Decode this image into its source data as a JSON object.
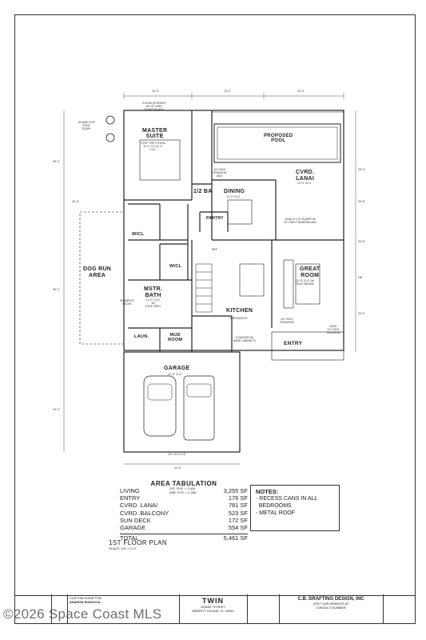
{
  "rooms": {
    "master_suite": {
      "name": "MASTER\nSUITE",
      "note": "STEP TREY FROM\n11'-0\" TO 12'-0\"\nCLG."
    },
    "proposed_pool": {
      "name": "PROPOSED\nPOOL"
    },
    "cvrd_lanai": {
      "name": "CVRD.\nLANAI",
      "note": "12'-0\" CLG."
    },
    "half_bath": {
      "name": "1/2 BA"
    },
    "dining": {
      "name": "DINING",
      "note": "12'-0\" CLG."
    },
    "pantry": {
      "name": "PANTRY"
    },
    "wicl1": {
      "name": "WICL"
    },
    "wicl2": {
      "name": "WICL"
    },
    "dog_run": {
      "name": "DOG RUN\nAREA"
    },
    "mstr_bath": {
      "name": "MSTR.\nBATH",
      "note": "12'-0\" CLG.\nW/\nSTEP TREY"
    },
    "great_room": {
      "name": "GREAT\nROOM",
      "note": "12'-0\" CLG. W/\nFAUX BEAMS"
    },
    "kitchen": {
      "name": "KITCHEN"
    },
    "laun": {
      "name": "LAUN."
    },
    "mud_room": {
      "name": "MUD\nROOM"
    },
    "entry": {
      "name": "ENTRY"
    },
    "garage": {
      "name": "GARAGE",
      "note": "12'-0\" CLG."
    }
  },
  "plan_notes": {
    "egress": "3-SH26 (EGRESS)\nW/ 24\" HIGH\nTRANSOM ABV.",
    "pool_equip": "60 AMP FOR\nPOOL\nEQUIP.",
    "slider1": "9' X 8' SLIDER W/ 24\"\nHIGH TRANSOM ABV.",
    "slider2": "9' X 8' SLIDER W/ 24\"\nHIGH TRANSOM ABV.",
    "transom": "24\" HIGH\nTRANSOM\nABV.",
    "dual_slider": "DUAL 9' X 8' SLIDER W/\n24\" HIGH TRANSOM ABV.",
    "shampoo": "SHAMPOO\nNICHE",
    "pool_equip2": "POOL\nEQUIP.",
    "garage_door": "16' X 8' O.H.D.",
    "counter": "COUNTER W/\nBASE CABINETS",
    "transom2": "24\" HIGH\nTRANSOM",
    "sh33": "SH33\n24\" HIGH\nTRANSOM",
    "hb": "HB",
    "refr": "REF.",
    "oven": "OVEN/MICRO"
  },
  "dimensions": {
    "top": [
      "15'-4\"",
      "15'-0\"",
      "19'-4\""
    ],
    "bottom_garage": "22'-4\"",
    "left": [
      "25'-4\"",
      "36'-0\"",
      "40'-6\"",
      "24'-4\""
    ],
    "right": [
      "25'-4\"",
      "26'-8\"",
      "20'-6\"",
      "25'-0\""
    ]
  },
  "area_tabulation": {
    "title": "AREA TABULATION",
    "rows": [
      {
        "name": "Living",
        "detail": "1ST. FLR. = 1,919\n2ND. FLR. = 1,336",
        "value": "3,255 SF"
      },
      {
        "name": "Entry",
        "detail": "",
        "value": "176 SF"
      },
      {
        "name": "Cvrd. Lanai",
        "detail": "",
        "value": "781 SF"
      },
      {
        "name": "Cvrd. Balcony",
        "detail": "",
        "value": "523 SF"
      },
      {
        "name": "Sun Deck",
        "detail": "",
        "value": "172 SF"
      },
      {
        "name": "Garage",
        "detail": "",
        "value": "554 SF"
      }
    ],
    "total_label": "TOTAL",
    "total_value": "5,461 SF"
  },
  "notes": {
    "title": "NOTES:",
    "items": [
      "- RECESS CANS IN ALL",
      "  BEDROOMS",
      "- METAL ROOF"
    ]
  },
  "plan_title": "1ST FLOOR PLAN",
  "plan_scale": "SCALE: 1/4\" = 1'-0\"",
  "title_block": {
    "custom_home": "CUSTOM HOME FOR:",
    "client": "SHARON RUDDOCK",
    "address_line": "GRANT STREET",
    "address_city": "MERRITT ISLAND, FL 32953",
    "firm": "C.B. DRAFTING DESIGN, INC",
    "firm_tagline": "VISIT OUR WEBSITE AT",
    "firm_contact": "CONTACT NUMBER",
    "builder_logo": "TWIN"
  },
  "watermark": "©2026 Space Coast MLS"
}
